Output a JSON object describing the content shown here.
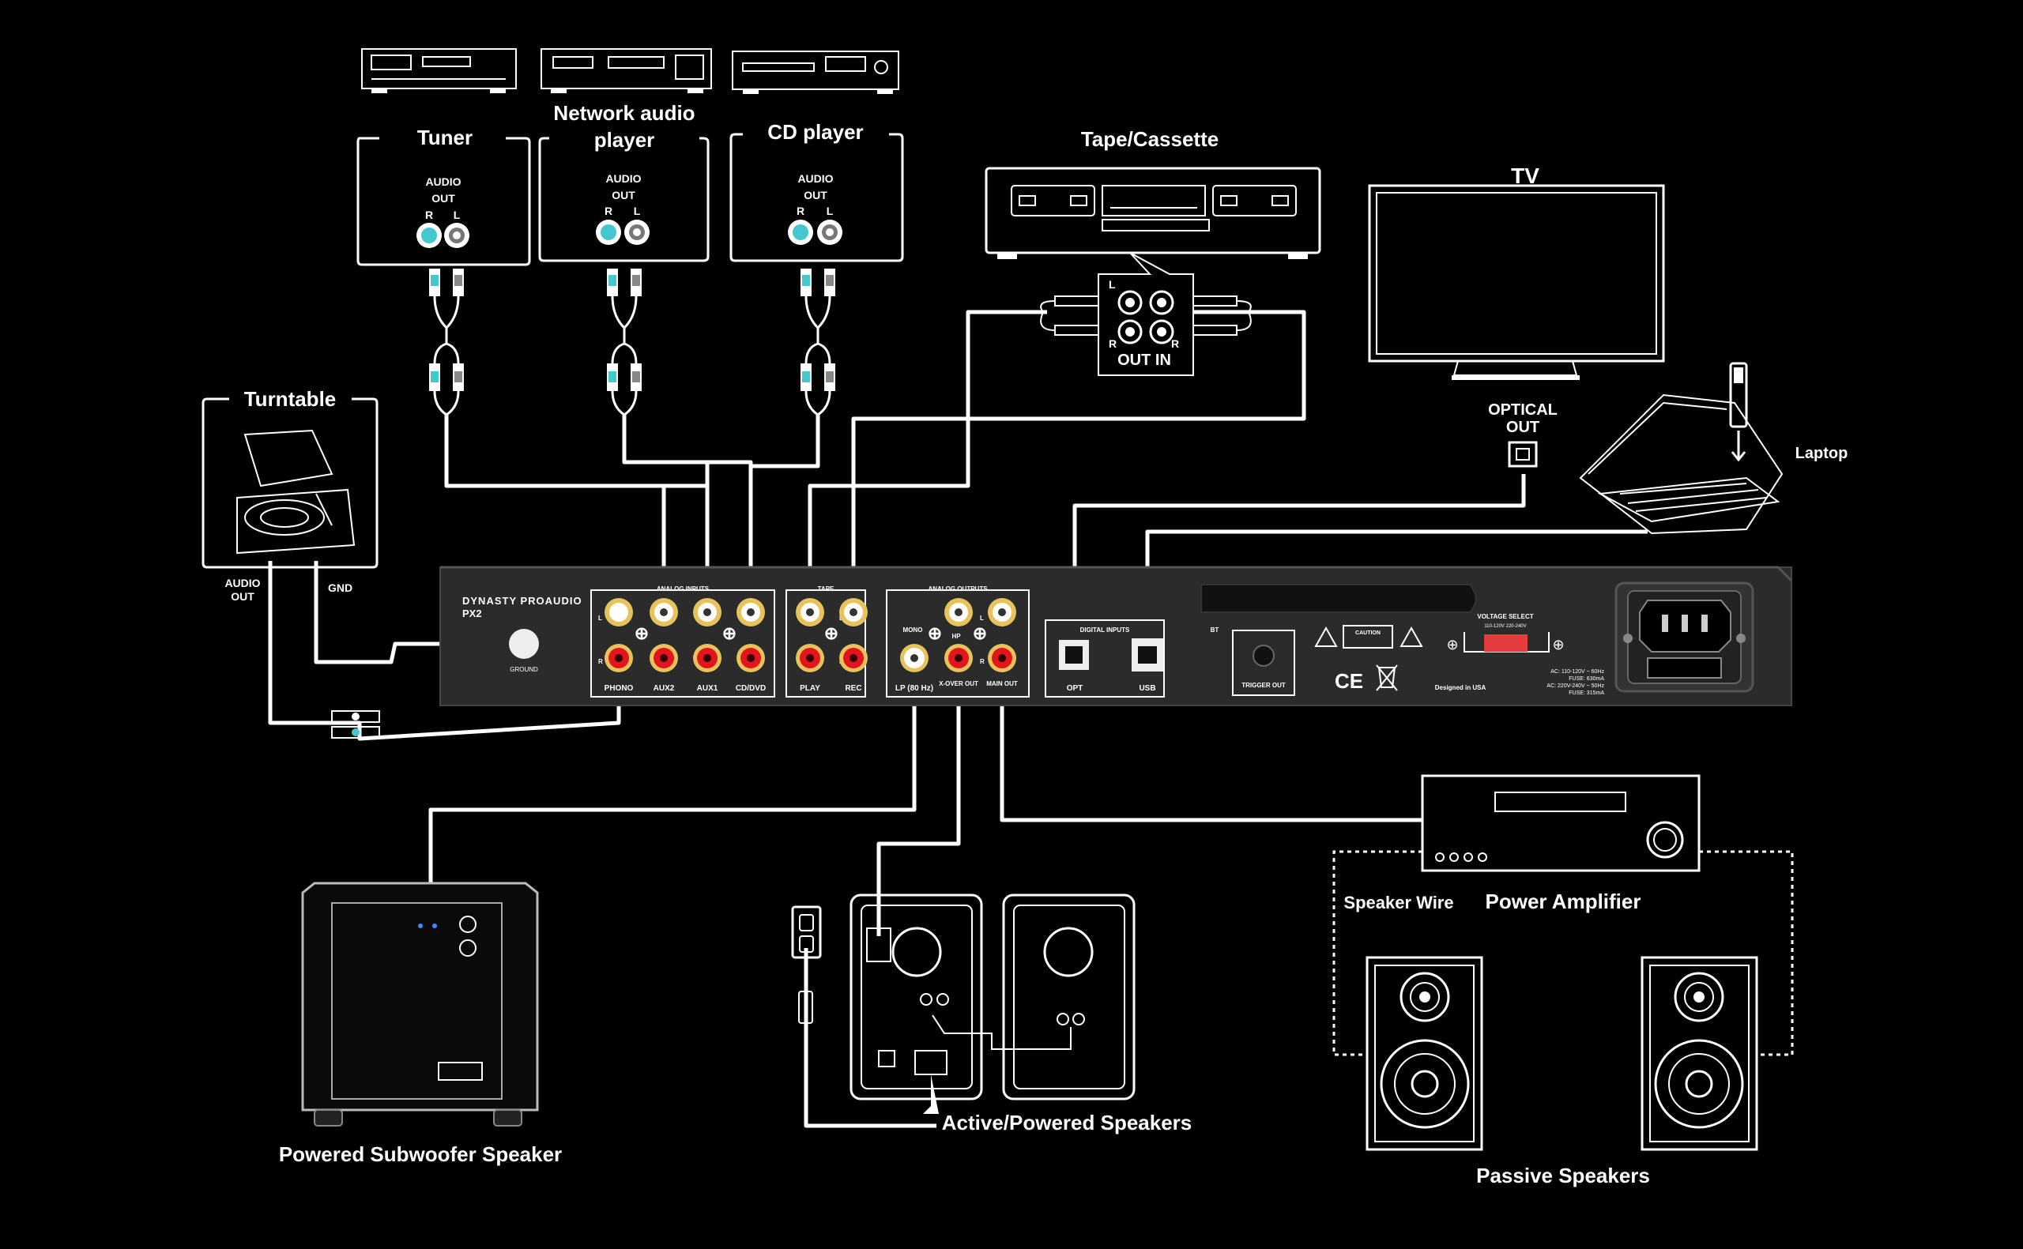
{
  "sources": {
    "tuner": {
      "title": "Tuner",
      "audio_label": "AUDIO",
      "out_label": "OUT",
      "r": "R",
      "l": "L"
    },
    "network_player": {
      "title_line1": "Network audio",
      "title_line2": "player",
      "audio_label": "AUDIO",
      "out_label": "OUT",
      "r": "R",
      "l": "L"
    },
    "cd_player": {
      "title": "CD player",
      "audio_label": "AUDIO",
      "out_label": "OUT",
      "r": "R",
      "l": "L"
    },
    "turntable": {
      "title": "Turntable",
      "audio_out_1": "AUDIO",
      "audio_out_2": "OUT",
      "gnd": "GND"
    },
    "tape": {
      "title": "Tape/Cassette",
      "l": "L",
      "r1": "R",
      "r2": "R",
      "out_in": "OUT IN"
    },
    "tv": {
      "title": "TV",
      "optical_1": "OPTICAL",
      "optical_2": "OUT"
    },
    "laptop": {
      "title": "Laptop"
    }
  },
  "amplifier": {
    "brand": "DYNASTY PROAUDIO",
    "model": "PX2",
    "ground": "GROUND",
    "analog_inputs": "ANALOG INPUTS",
    "tape": "TAPE",
    "analog_outputs": "ANALOG OUTPUTS",
    "digital_inputs": "DIGITAL INPUTS",
    "bt": "BT",
    "voltage_select": "VOLTAGE SELECT",
    "voltage_options": "110-120V  220-240V",
    "caution": "CAUTION",
    "designed": "Designed in USA",
    "ac_1": "AC: 110-120V ~ 60Hz",
    "ac_2": "FUSE: 630mA",
    "ac_3": "AC: 220V-240V ~ 50Hz",
    "ac_4": "FUSE: 315mA",
    "trigger": "TRIGGER OUT",
    "ce": "CE",
    "mono": "MONO",
    "hp": "HP",
    "l": "L",
    "r": "R",
    "input_labels": [
      "PHONO",
      "AUX2",
      "AUX1",
      "CD/DVD",
      "PLAY",
      "REC"
    ],
    "output_labels": [
      "LP (80 Hz)",
      "X-OVER OUT",
      "MAIN OUT"
    ],
    "digital_labels": [
      "OPT",
      "USB"
    ]
  },
  "outputs": {
    "subwoofer": "Powered Subwoofer Speaker",
    "active": "Active/Powered Speakers",
    "power_amp": "Power Amplifier",
    "speaker_wire": "Speaker Wire",
    "passive": "Passive Speakers"
  },
  "colors": {
    "background": "#000000",
    "line": "#ffffff",
    "rca_white": "#ffffff",
    "rca_red": "#e3141c",
    "rca_gold": "#e8c25a",
    "plug_cyan": "#43c8d0",
    "chassis": "#2b2b2b",
    "voltage_switch": "#e23c3c"
  }
}
